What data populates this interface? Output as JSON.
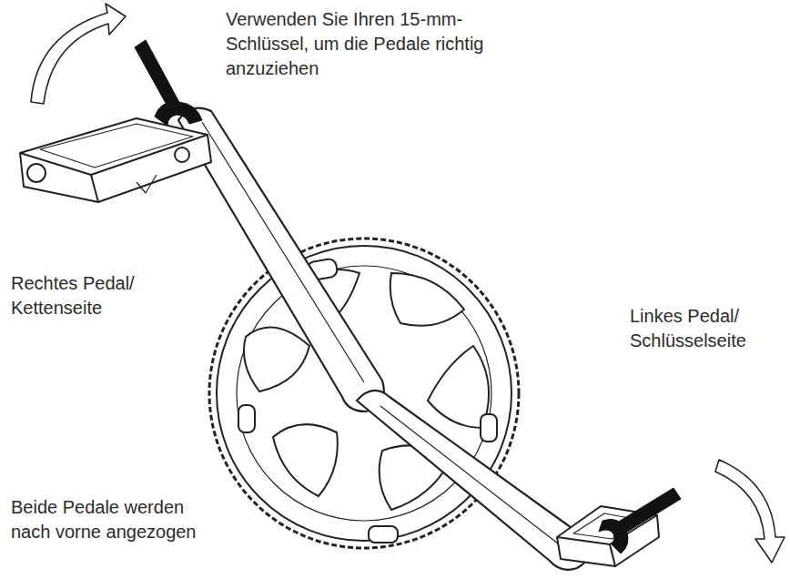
{
  "diagram": {
    "labels": [
      "Verwenden Sie Ihren 15-mm-Schlüssel, um die Pedale richtig anzuziehen",
      "Rechtes Pedal/ Kettenseite",
      "Linkes Pedal/ Schlüsselseite",
      "Beide Pedale werden nach vorne angezogen"
    ]
  }
}
